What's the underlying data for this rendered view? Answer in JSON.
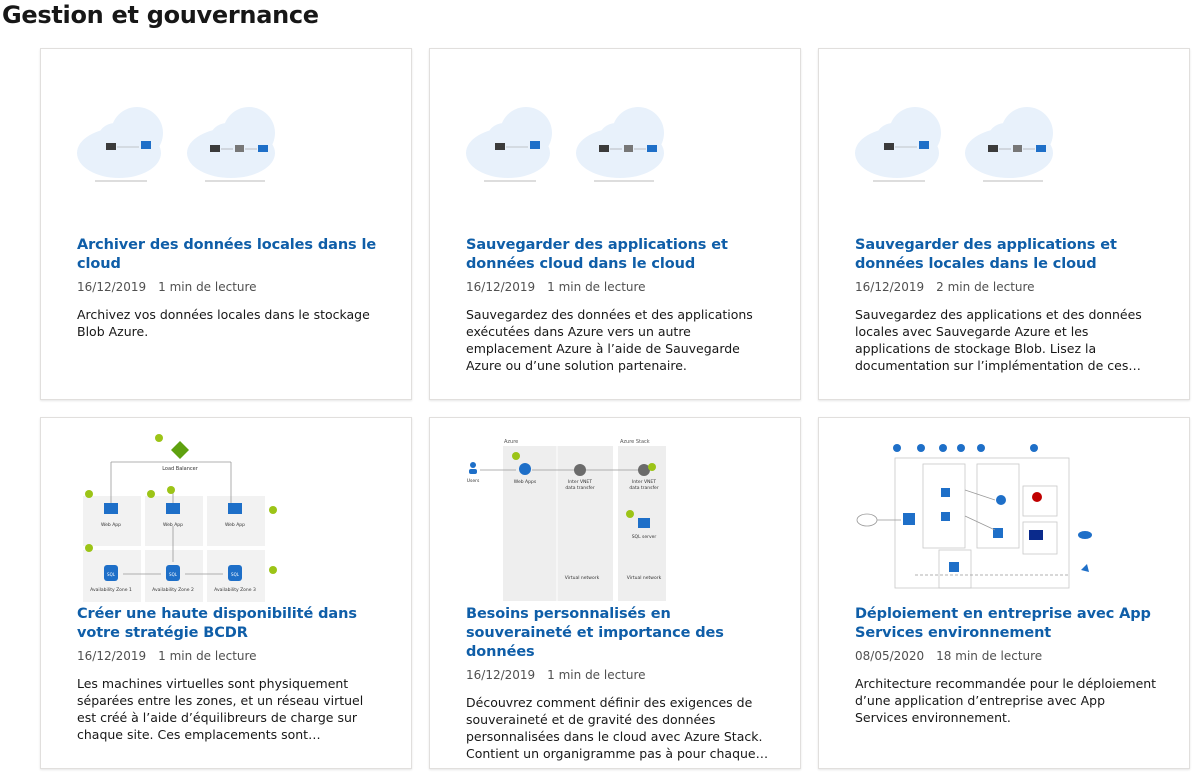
{
  "section": {
    "title": "Gestion et gouvernance"
  },
  "colors": {
    "link": "#0f5ea8",
    "text": "#171717",
    "meta": "#505050",
    "border": "#e1dfdd",
    "accent_green": "#9cc417"
  },
  "cards": [
    {
      "title": "Archiver des données locales dans le cloud",
      "date": "16/12/2019",
      "read_time": "1 min de lecture",
      "description": "Archivez vos données locales dans le stockage Blob Azure.",
      "thumbnail": "two-cloud-backup-diagram"
    },
    {
      "title": "Sauvegarder des applications et données cloud dans le cloud",
      "date": "16/12/2019",
      "read_time": "1 min de lecture",
      "description": "Sauvegardez des données et des applications exécutées dans Azure vers un autre emplacement Azure à l’aide de Sauvegarde Azure ou d’une solution partenaire.",
      "thumbnail": "two-cloud-backup-diagram"
    },
    {
      "title": "Sauvegarder des applications et données locales dans le cloud",
      "date": "16/12/2019",
      "read_time": "2 min de lecture",
      "description": "Sauvegardez des applications et des données locales avec Sauvegarde Azure et les applications de stockage Blob. Lisez la documentation sur l’implémentation de ces solutions.",
      "thumbnail": "two-cloud-backup-diagram"
    },
    {
      "title": "Créer une haute disponibilité dans votre stratégie BCDR",
      "date": "16/12/2019",
      "read_time": "1 min de lecture",
      "description": "Les machines virtuelles sont physiquement séparées entre les zones, et un réseau virtuel est créé à l’aide d’équilibreurs de charge sur chaque site. Ces emplacements sont suffisamment distants.",
      "thumbnail": "load-balancer-zones-diagram",
      "diagram": {
        "lb_label": "Load Balancer",
        "app_label": "Web App",
        "db_label": "SQL",
        "zones": [
          "Availability Zone 1",
          "Availability Zone 2",
          "Availability Zone 3"
        ]
      }
    },
    {
      "title": "Besoins personnalisés en souveraineté et importance des données",
      "date": "16/12/2019",
      "read_time": "1 min de lecture",
      "description": "Découvrez comment définir des exigences de souveraineté et de gravité des données personnalisées dans le cloud avec Azure Stack. Contient un organigramme pas à pour chaque étape.",
      "thumbnail": "azure-stack-sovereignty-diagram",
      "diagram": {
        "azure": "Azure",
        "stack": "Azure Stack",
        "users": "Users",
        "webapps": "Web Apps",
        "inter": "Inter VNET",
        "transfer": "data transfer",
        "sql": "SQL server",
        "vnet": "Virtual network"
      }
    },
    {
      "title": "Déploiement en entreprise avec App Services environnement",
      "date": "08/05/2020",
      "read_time": "18 min de lecture",
      "description": "Architecture recommandée pour le déploiement d’une application d’entreprise avec App Services environnement.",
      "thumbnail": "app-service-environment-diagram"
    }
  ]
}
